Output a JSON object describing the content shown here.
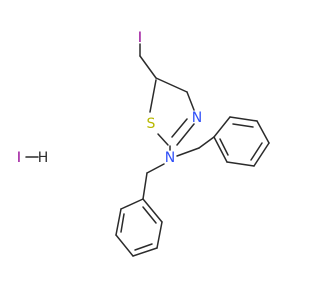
{
  "molecule": {
    "atom_labels": {
      "iodine_methyl": "I",
      "sulfur": "S",
      "ring_nitrogen": "N",
      "amine_nitrogen": "N"
    },
    "salt": {
      "label": "I—H",
      "iodine": "I",
      "hydrogen": "H"
    },
    "colors": {
      "bond": "#2b2b2b",
      "iodine": "#940094",
      "sulfur": "#b8b800",
      "nitrogen": "#3050f8",
      "background": "#ffffff"
    }
  }
}
